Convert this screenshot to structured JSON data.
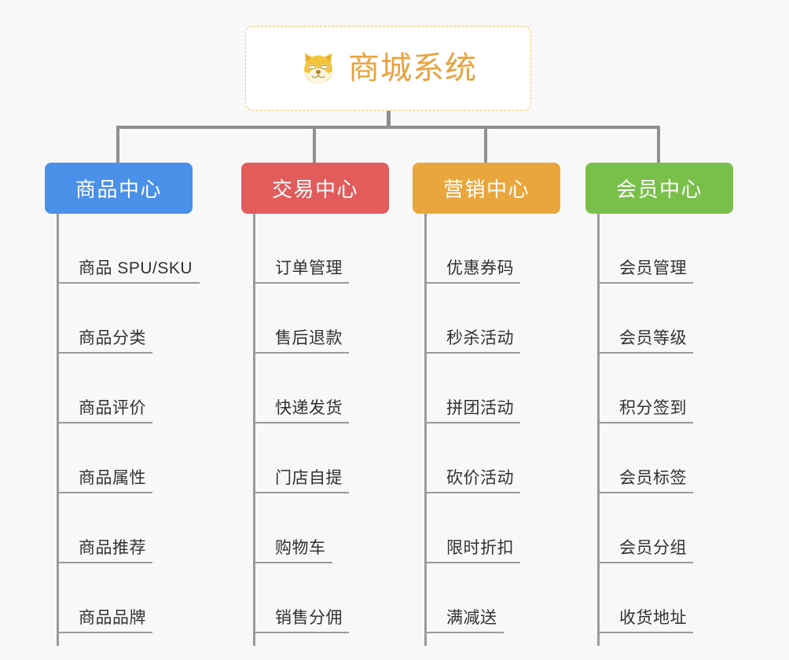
{
  "diagram": {
    "title": "商城系统",
    "root_icon": "shiba-inu-dog-face-icon",
    "background_color": "#f8f8f8",
    "connector_color": "#8f8f8f",
    "root": {
      "label": "商城系统",
      "text_color": "#e8a33d",
      "border_color": "#f0c36d",
      "background_color": "#ffffff"
    },
    "branches": [
      {
        "label": "商品中心",
        "color": "#4a90e8",
        "items": [
          "商品 SPU/SKU",
          "商品分类",
          "商品评价",
          "商品属性",
          "商品推荐",
          "商品品牌"
        ]
      },
      {
        "label": "交易中心",
        "color": "#e25c5c",
        "items": [
          "订单管理",
          "售后退款",
          "快递发货",
          "门店自提",
          "购物车",
          "销售分佣"
        ]
      },
      {
        "label": "营销中心",
        "color": "#e8a63c",
        "items": [
          "优惠券码",
          "秒杀活动",
          "拼团活动",
          "砍价活动",
          "限时折扣",
          "满减送"
        ]
      },
      {
        "label": "会员中心",
        "color": "#79c martial",
        "items": [
          "会员管理",
          "会员等级",
          "积分签到",
          "会员标签",
          "会员分组",
          "收货地址"
        ]
      }
    ]
  }
}
